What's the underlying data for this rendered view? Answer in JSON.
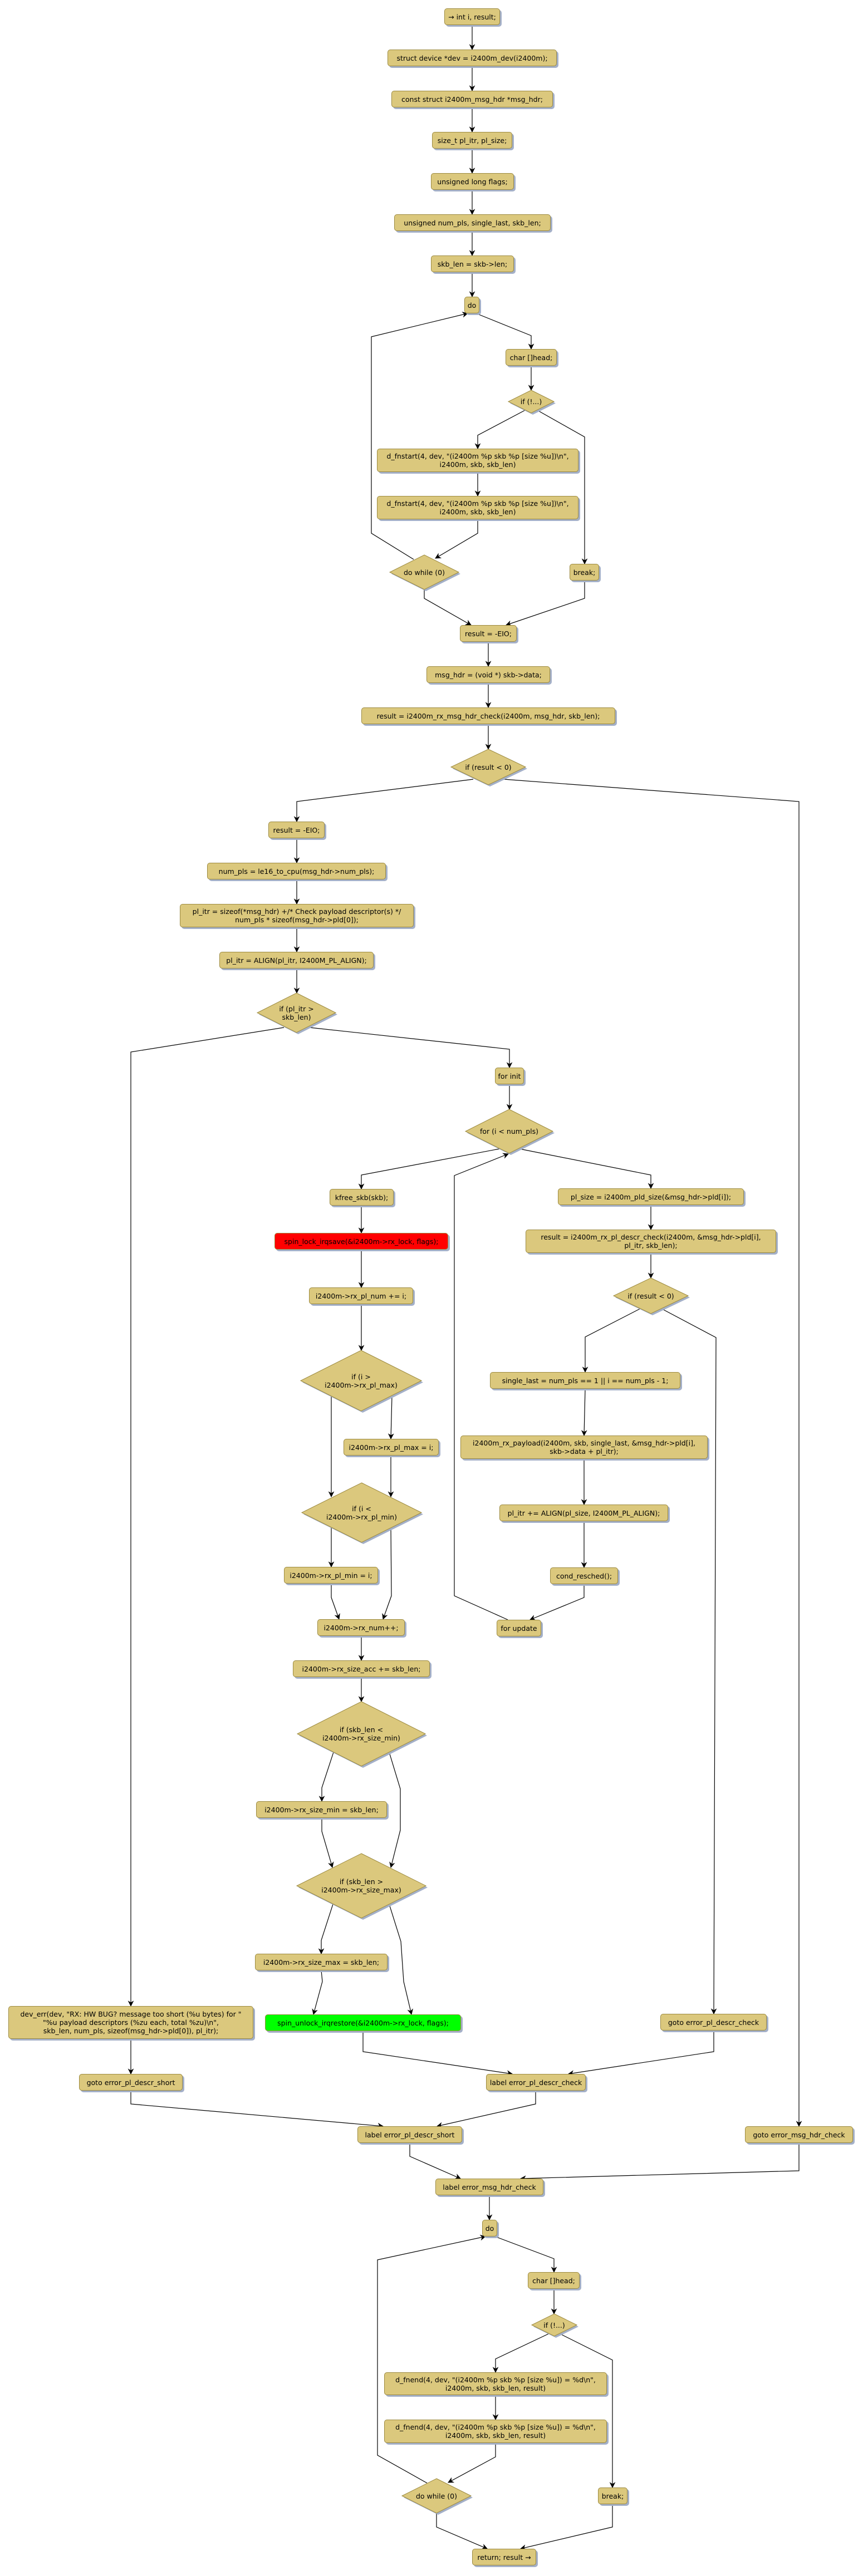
{
  "diagram": {
    "title": "i2400m_rx flowchart",
    "nodes": [
      {
        "label": "→ int i, result;",
        "kind": "start"
      },
      {
        "label": "struct device *dev = i2400m_dev(i2400m);",
        "kind": "action"
      },
      {
        "label": "const struct i2400m_msg_hdr *msg_hdr;",
        "kind": "action"
      },
      {
        "label": "size_t pl_itr, pl_size;",
        "kind": "action"
      },
      {
        "label": "unsigned long flags;",
        "kind": "action"
      },
      {
        "label": "unsigned num_pls, single_last, skb_len;",
        "kind": "action"
      },
      {
        "label": "skb_len = skb->len;",
        "kind": "action"
      },
      {
        "label": "do",
        "kind": "action"
      },
      {
        "label": "char []head;",
        "kind": "action"
      },
      {
        "label": "if (!...)",
        "kind": "decision"
      },
      {
        "label": "d_fnstart(4, dev, \"(i2400m %p skb %p [size %u])\\n\",\ni2400m, skb, skb_len)",
        "kind": "action"
      },
      {
        "label": "d_fnstart(4, dev, \"(i2400m %p skb %p [size %u])\\n\",\ni2400m, skb, skb_len)",
        "kind": "action"
      },
      {
        "label": "do while (0)",
        "kind": "decision"
      },
      {
        "label": "break;",
        "kind": "action"
      },
      {
        "label": "result = -EIO;",
        "kind": "action"
      },
      {
        "label": "msg_hdr = (void *) skb->data;",
        "kind": "action"
      },
      {
        "label": "result = i2400m_rx_msg_hdr_check(i2400m, msg_hdr, skb_len);",
        "kind": "action"
      },
      {
        "label": "if (result < 0)",
        "kind": "decision"
      },
      {
        "label": "result = -EIO;",
        "kind": "action"
      },
      {
        "label": "num_pls = le16_to_cpu(msg_hdr->num_pls);",
        "kind": "action"
      },
      {
        "label": "pl_itr = sizeof(*msg_hdr) +/* Check payload descriptor(s) */\nnum_pls * sizeof(msg_hdr->pld[0]);",
        "kind": "action"
      },
      {
        "label": "pl_itr = ALIGN(pl_itr, I2400M_PL_ALIGN);",
        "kind": "action"
      },
      {
        "label": "if (pl_itr >\nskb_len)",
        "kind": "decision"
      },
      {
        "label": "for init",
        "kind": "action"
      },
      {
        "label": "for (i < num_pls)",
        "kind": "decision"
      },
      {
        "label": "kfree_skb(skb);",
        "kind": "action"
      },
      {
        "label": "spin_lock_irqsave(&i2400m->rx_lock, flags);",
        "kind": "lock"
      },
      {
        "label": "i2400m->rx_pl_num += i;",
        "kind": "action"
      },
      {
        "label": "if (i >\ni2400m->rx_pl_max)",
        "kind": "decision"
      },
      {
        "label": "i2400m->rx_pl_max = i;",
        "kind": "action"
      },
      {
        "label": "if (i <\ni2400m->rx_pl_min)",
        "kind": "decision"
      },
      {
        "label": "i2400m->rx_pl_min = i;",
        "kind": "action"
      },
      {
        "label": "i2400m->rx_num++;",
        "kind": "action"
      },
      {
        "label": "i2400m->rx_size_acc += skb_len;",
        "kind": "action"
      },
      {
        "label": "if (skb_len <\ni2400m->rx_size_min)",
        "kind": "decision"
      },
      {
        "label": "i2400m->rx_size_min = skb_len;",
        "kind": "action"
      },
      {
        "label": "if (skb_len >\ni2400m->rx_size_max)",
        "kind": "decision"
      },
      {
        "label": "i2400m->rx_size_max = skb_len;",
        "kind": "action"
      },
      {
        "label": "spin_unlock_irqrestore(&i2400m->rx_lock, flags);",
        "kind": "unlock"
      },
      {
        "label": "pl_size = i2400m_pld_size(&msg_hdr->pld[i]);",
        "kind": "action"
      },
      {
        "label": "result = i2400m_rx_pl_descr_check(i2400m, &msg_hdr->pld[i],\npl_itr, skb_len);",
        "kind": "action"
      },
      {
        "label": "if (result < 0)",
        "kind": "decision"
      },
      {
        "label": "single_last = num_pls == 1 || i == num_pls - 1;",
        "kind": "action"
      },
      {
        "label": "i2400m_rx_payload(i2400m, skb, single_last, &msg_hdr->pld[i],\nskb->data + pl_itr);",
        "kind": "action"
      },
      {
        "label": "pl_itr += ALIGN(pl_size, I2400M_PL_ALIGN);",
        "kind": "action"
      },
      {
        "label": "cond_resched();",
        "kind": "action"
      },
      {
        "label": "for update",
        "kind": "action"
      },
      {
        "label": "goto error_pl_descr_check",
        "kind": "action"
      },
      {
        "label": "dev_err(dev, \"RX: HW BUG? message too short (%u bytes) for \"\n\"%u payload descriptors (%zu each, total %zu)\\n\",\nskb_len, num_pls, sizeof(msg_hdr->pld[0]), pl_itr);",
        "kind": "action"
      },
      {
        "label": "goto error_pl_descr_short",
        "kind": "action"
      },
      {
        "label": "label error_pl_descr_check",
        "kind": "action"
      },
      {
        "label": "label error_pl_descr_short",
        "kind": "action"
      },
      {
        "label": "goto error_msg_hdr_check",
        "kind": "action"
      },
      {
        "label": "label error_msg_hdr_check",
        "kind": "action"
      },
      {
        "label": "do",
        "kind": "action"
      },
      {
        "label": "char []head;",
        "kind": "action"
      },
      {
        "label": "if (!...)",
        "kind": "decision"
      },
      {
        "label": "d_fnend(4, dev, \"(i2400m %p skb %p [size %u]) = %d\\n\",\ni2400m, skb, skb_len, result)",
        "kind": "action"
      },
      {
        "label": "d_fnend(4, dev, \"(i2400m %p skb %p [size %u]) = %d\\n\",\ni2400m, skb, skb_len, result)",
        "kind": "action"
      },
      {
        "label": "do while (0)",
        "kind": "decision"
      },
      {
        "label": "break;",
        "kind": "action"
      },
      {
        "label": "return; result →",
        "kind": "end"
      }
    ]
  },
  "colors": {
    "node_fill": "#dbc87d",
    "node_border": "#9c8a40",
    "shadow": "#a4b0c8",
    "lock": "#ff0000",
    "unlock": "#00ff00",
    "edge": "#000000"
  }
}
